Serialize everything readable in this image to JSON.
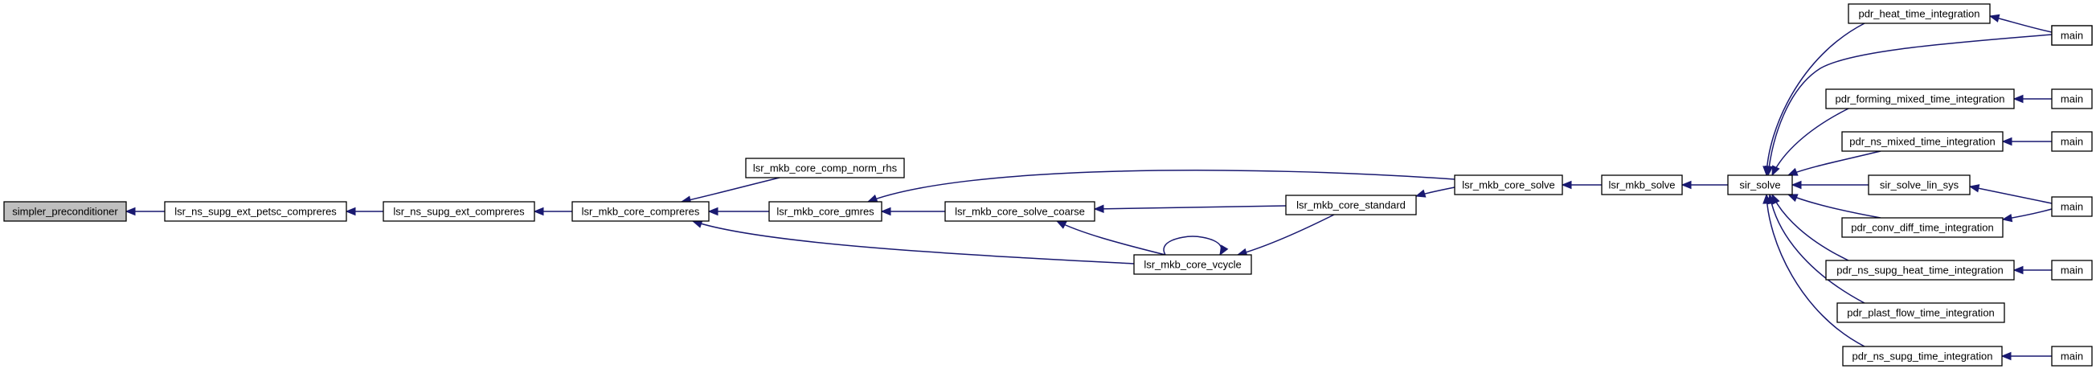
{
  "colors": {
    "edge": "#191970",
    "root_fill": "#bfbfbf",
    "node_fill": "#ffffff",
    "node_border": "#000000"
  },
  "nodes": [
    {
      "id": "simpler_preconditioner",
      "label": "simpler_preconditioner",
      "root": true
    },
    {
      "id": "lsr_ns_supg_ext_petsc_compreres",
      "label": "lsr_ns_supg_ext_petsc_compreres"
    },
    {
      "id": "lsr_ns_supg_ext_compreres",
      "label": "lsr_ns_supg_ext_compreres"
    },
    {
      "id": "lsr_mkb_core_compreres",
      "label": "lsr_mkb_core_compreres"
    },
    {
      "id": "lsr_mkb_core_comp_norm_rhs",
      "label": "lsr_mkb_core_comp_norm_rhs"
    },
    {
      "id": "lsr_mkb_core_gmres",
      "label": "lsr_mkb_core_gmres"
    },
    {
      "id": "lsr_mkb_core_solve_coarse",
      "label": "lsr_mkb_core_solve_coarse"
    },
    {
      "id": "lsr_mkb_core_vcycle",
      "label": "lsr_mkb_core_vcycle"
    },
    {
      "id": "lsr_mkb_core_standard",
      "label": "lsr_mkb_core_standard"
    },
    {
      "id": "lsr_mkb_core_solve",
      "label": "lsr_mkb_core_solve"
    },
    {
      "id": "lsr_mkb_solve",
      "label": "lsr_mkb_solve"
    },
    {
      "id": "sir_solve",
      "label": "sir_solve"
    },
    {
      "id": "pdr_heat_time_integration",
      "label": "pdr_heat_time_integration"
    },
    {
      "id": "pdr_forming_mixed_time_integration",
      "label": "pdr_forming_mixed_time_integration"
    },
    {
      "id": "pdr_ns_mixed_time_integration",
      "label": "pdr_ns_mixed_time_integration"
    },
    {
      "id": "sir_solve_lin_sys",
      "label": "sir_solve_lin_sys"
    },
    {
      "id": "pdr_conv_diff_time_integration",
      "label": "pdr_conv_diff_time_integration"
    },
    {
      "id": "pdr_ns_supg_heat_time_integration",
      "label": "pdr_ns_supg_heat_time_integration"
    },
    {
      "id": "pdr_plast_flow_time_integration",
      "label": "pdr_plast_flow_time_integration"
    },
    {
      "id": "pdr_ns_supg_time_integration",
      "label": "pdr_ns_supg_time_integration"
    },
    {
      "id": "main_1",
      "label": "main"
    },
    {
      "id": "main_2",
      "label": "main"
    },
    {
      "id": "main_3",
      "label": "main"
    },
    {
      "id": "main_4",
      "label": "main"
    },
    {
      "id": "main_5",
      "label": "main"
    },
    {
      "id": "main_6",
      "label": "main"
    },
    {
      "id": "main_7",
      "label": "main"
    }
  ],
  "edges": [
    {
      "from": "lsr_ns_supg_ext_petsc_compreres",
      "to": "simpler_preconditioner"
    },
    {
      "from": "lsr_ns_supg_ext_compreres",
      "to": "lsr_ns_supg_ext_petsc_compreres"
    },
    {
      "from": "lsr_mkb_core_compreres",
      "to": "lsr_ns_supg_ext_compreres"
    },
    {
      "from": "lsr_mkb_core_comp_norm_rhs",
      "to": "lsr_mkb_core_compreres"
    },
    {
      "from": "lsr_mkb_core_gmres",
      "to": "lsr_mkb_core_compreres"
    },
    {
      "from": "lsr_mkb_core_vcycle",
      "to": "lsr_mkb_core_compreres"
    },
    {
      "from": "lsr_mkb_core_solve_coarse",
      "to": "lsr_mkb_core_gmres"
    },
    {
      "from": "lsr_mkb_core_solve",
      "to": "lsr_mkb_core_gmres"
    },
    {
      "from": "lsr_mkb_core_vcycle",
      "to": "lsr_mkb_core_solve_coarse"
    },
    {
      "from": "lsr_mkb_core_standard",
      "to": "lsr_mkb_core_solve_coarse"
    },
    {
      "from": "lsr_mkb_core_vcycle",
      "to": "lsr_mkb_core_vcycle"
    },
    {
      "from": "lsr_mkb_core_standard",
      "to": "lsr_mkb_core_vcycle"
    },
    {
      "from": "lsr_mkb_core_solve",
      "to": "lsr_mkb_core_standard"
    },
    {
      "from": "lsr_mkb_solve",
      "to": "lsr_mkb_core_solve"
    },
    {
      "from": "sir_solve",
      "to": "lsr_mkb_solve"
    },
    {
      "from": "pdr_heat_time_integration",
      "to": "sir_solve"
    },
    {
      "from": "main_2",
      "to": "sir_solve"
    },
    {
      "from": "pdr_forming_mixed_time_integration",
      "to": "sir_solve"
    },
    {
      "from": "pdr_ns_mixed_time_integration",
      "to": "sir_solve"
    },
    {
      "from": "sir_solve_lin_sys",
      "to": "sir_solve"
    },
    {
      "from": "pdr_conv_diff_time_integration",
      "to": "sir_solve"
    },
    {
      "from": "pdr_ns_supg_heat_time_integration",
      "to": "sir_solve"
    },
    {
      "from": "pdr_plast_flow_time_integration",
      "to": "sir_solve"
    },
    {
      "from": "pdr_ns_supg_time_integration",
      "to": "sir_solve"
    },
    {
      "from": "main_1",
      "to": "pdr_heat_time_integration"
    },
    {
      "from": "main_3",
      "to": "pdr_forming_mixed_time_integration"
    },
    {
      "from": "main_4",
      "to": "pdr_ns_mixed_time_integration"
    },
    {
      "from": "main_5",
      "to": "sir_solve_lin_sys"
    },
    {
      "from": "main_5",
      "to": "pdr_conv_diff_time_integration"
    },
    {
      "from": "main_6",
      "to": "pdr_ns_supg_heat_time_integration"
    },
    {
      "from": "main_7",
      "to": "pdr_ns_supg_time_integration"
    }
  ]
}
